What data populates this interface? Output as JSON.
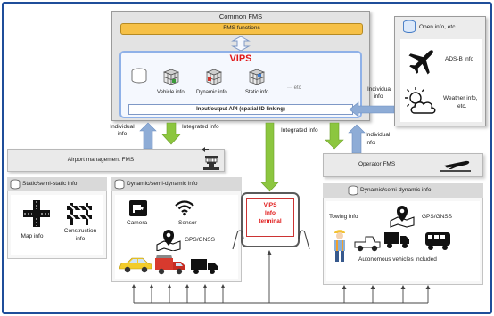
{
  "colors": {
    "frame_border": "#1f4e9a",
    "fms_functions_fill": "#f6c046",
    "vips_text": "#e01818",
    "arrow_green": "#8cc63f",
    "arrow_blue": "#8eacd6"
  },
  "common_fms": {
    "title": "Common FMS",
    "functions_label": "FMS functions",
    "vips": {
      "title": "VIPS",
      "items": [
        "Vehicle info",
        "Dynamic info",
        "Static info",
        "··· etc"
      ],
      "api_label": "Input/output API (spatial ID linking)"
    }
  },
  "open_info": {
    "title": "Open info, etc.",
    "items": [
      "ADS-B info",
      "Weather info,",
      "etc."
    ]
  },
  "flow_labels": {
    "individual_info_left_1": "Individual",
    "individual_info_left_2": "info",
    "integrated_info_left": "Integrated info",
    "integrated_info_right": "Integrated info",
    "individual_info_right_1": "Individual",
    "individual_info_right_2": "info",
    "individual_info_top_1": "Individual",
    "individual_info_top_2": "info"
  },
  "airport_fms": {
    "title": "Airport management FMS",
    "static_panel": {
      "title": "Static/semi-static info",
      "items": [
        "Map info",
        "Construction",
        "info"
      ]
    },
    "dynamic_panel": {
      "title": "Dynamic/semi-dynamic info",
      "items": [
        "Camera",
        "Sensor",
        "GPS/GNSS"
      ]
    }
  },
  "tablet": {
    "line1": "VIPS",
    "line2": "Info",
    "line3": "terminal"
  },
  "operator_fms": {
    "title": "Operator FMS",
    "dynamic_panel": {
      "title": "Dynamic/semi-dynamic info",
      "items": [
        "Towing info",
        "GPS/GNSS",
        "Autonomous vehicles included"
      ]
    }
  }
}
